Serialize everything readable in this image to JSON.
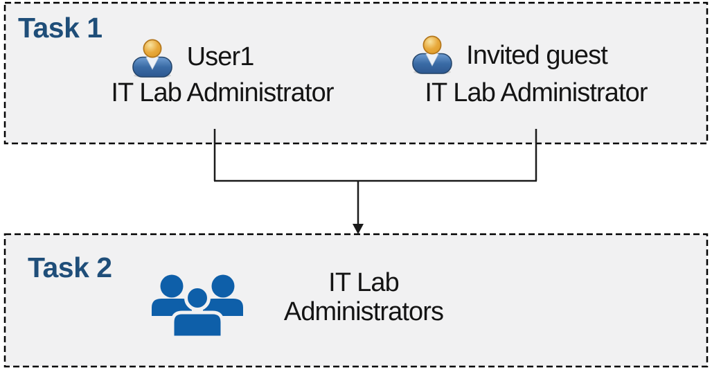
{
  "task1": {
    "label": "Task 1",
    "members": [
      {
        "name": "User1",
        "role": "IT Lab Administrator"
      },
      {
        "name": "Invited guest",
        "role": "IT Lab Administrator"
      }
    ]
  },
  "task2": {
    "label": "Task 2",
    "group_name_lines": [
      "IT Lab",
      "Administrators"
    ]
  },
  "colors": {
    "task_label_blue": "#1F4E79",
    "box_fill_gray": "#F1F1F2",
    "box_border_black": "#000000",
    "connector_black": "#1A1A1A",
    "group_icon_blue": "#0E5FA9",
    "user_icon_body_blue": "#3A6BA5",
    "user_icon_head_gold": "#E8A93C"
  },
  "icons": {
    "task1_member": "user-icon",
    "task2_group": "user-group-icon",
    "connector": "merge-arrow-down-icon"
  }
}
